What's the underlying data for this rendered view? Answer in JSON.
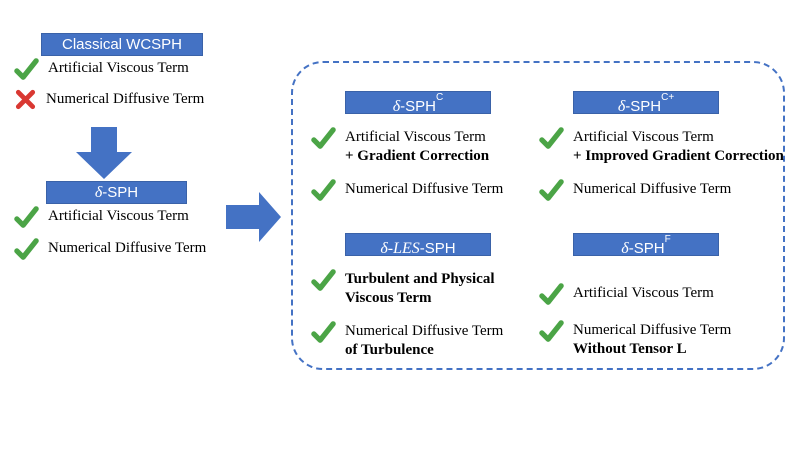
{
  "colors": {
    "box_blue": "#4472C4",
    "box_border": "#3A62A8",
    "check_green": "#4BA446",
    "cross_red": "#D93832",
    "arrow_blue": "#4472C4",
    "panel_border": "#4472C4",
    "text_color": "#000000"
  },
  "left_column": {
    "classical": {
      "title": "Classical WCSPH",
      "items": [
        {
          "icon": "check",
          "text": "Artificial Viscous Term"
        },
        {
          "icon": "cross",
          "text": "Numerical Diffusive Term"
        }
      ]
    },
    "delta_sph": {
      "header": {
        "italic": "δ",
        "base": "-SPH"
      },
      "items": [
        {
          "icon": "check",
          "text": "Artificial Viscous Term"
        },
        {
          "icon": "check",
          "text": "Numerical Diffusive Term"
        }
      ]
    }
  },
  "panel": {
    "groups": [
      {
        "header": {
          "italic": "δ",
          "base": "-SPH",
          "sup": "C"
        },
        "items": [
          {
            "line1": "Artificial Viscous Term",
            "line2": "+ Gradient Correction"
          },
          {
            "line1": "Numerical Diffusive Term"
          }
        ]
      },
      {
        "header": {
          "italic": "δ",
          "base": "-SPH",
          "sup": "C+"
        },
        "items": [
          {
            "line1": "Artificial Viscous Term",
            "line2": "+ Improved Gradient Correction"
          },
          {
            "line1": "Numerical Diffusive Term"
          }
        ]
      },
      {
        "header": {
          "italic": "δ-LES",
          "base": "-SPH",
          "sup": ""
        },
        "items": [
          {
            "line1": "Turbulent and Physical",
            "line2": "Viscous Term"
          },
          {
            "line1": "Numerical Diffusive Term",
            "line2": "of Turbulence"
          }
        ]
      },
      {
        "header": {
          "italic": "δ",
          "base": "-SPH",
          "sup": "F"
        },
        "items": [
          {
            "line1": "Artificial Viscous Term"
          },
          {
            "line1": "Numerical Diffusive Term",
            "line2": "Without Tensor L"
          }
        ]
      }
    ]
  }
}
